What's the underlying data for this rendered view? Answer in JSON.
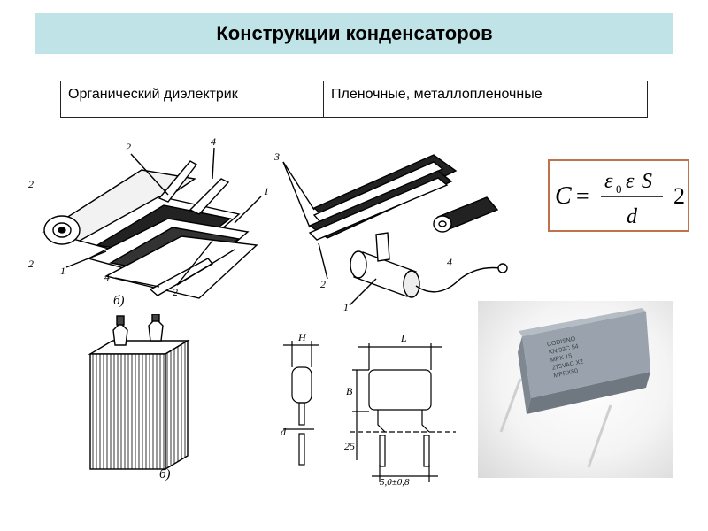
{
  "title": "Конструкции конденсаторов",
  "table": {
    "cell_1": "Органический диэлектрик",
    "cell_2": "Пленочные, металлопленочные"
  },
  "formula": {
    "lhs": "C",
    "eq": "=",
    "num_eps0": "ε",
    "num_sub": "0",
    "num_eps": "ε",
    "num_s": "S",
    "den": "d",
    "suffix": "2"
  },
  "fig1": {
    "labels": [
      "2",
      "4",
      "1",
      "1",
      "4",
      "2",
      "2",
      "2"
    ],
    "caption": "б)"
  },
  "fig2": {
    "labels": [
      "3",
      "2",
      "1",
      "4"
    ]
  },
  "fig3": {
    "caption": "б)"
  },
  "fig4": {
    "dims": {
      "H": "H",
      "L": "L",
      "B": "B",
      "d": "d",
      "lead": "25",
      "pitch": "5,0±0,8"
    }
  },
  "fig5": {
    "marking": [
      "CODISNO",
      "KN 93C 54",
      "MPX 15",
      "275VAC X2",
      "MPRX50"
    ]
  },
  "colors": {
    "title_bg": "#bfe3e6",
    "formula_border": "#c0724a"
  }
}
